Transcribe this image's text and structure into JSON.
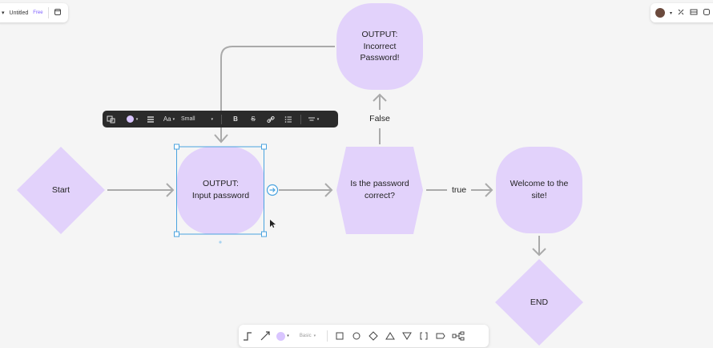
{
  "document": {
    "title": "Untitled",
    "plan_badge": "Free"
  },
  "format_toolbar": {
    "font_size": "Small",
    "text_icon": "Aa"
  },
  "bottom_toolbar": {
    "style_label": "Basic"
  },
  "nodes": {
    "start": "Start",
    "input": "OUTPUT:\nInput password",
    "check": "Is the password\ncorrect?",
    "incorrect": "OUTPUT:\nIncorrect\nPassword!",
    "welcome": "Welcome to the\nsite!",
    "end": "END"
  },
  "edges": {
    "false_label": "False",
    "true_label": "true"
  },
  "colors": {
    "node_fill": "#e2d2fb",
    "connector": "#aaaaaa",
    "selection": "#4aa3df",
    "toolbar_bg": "#2b2b2b"
  }
}
